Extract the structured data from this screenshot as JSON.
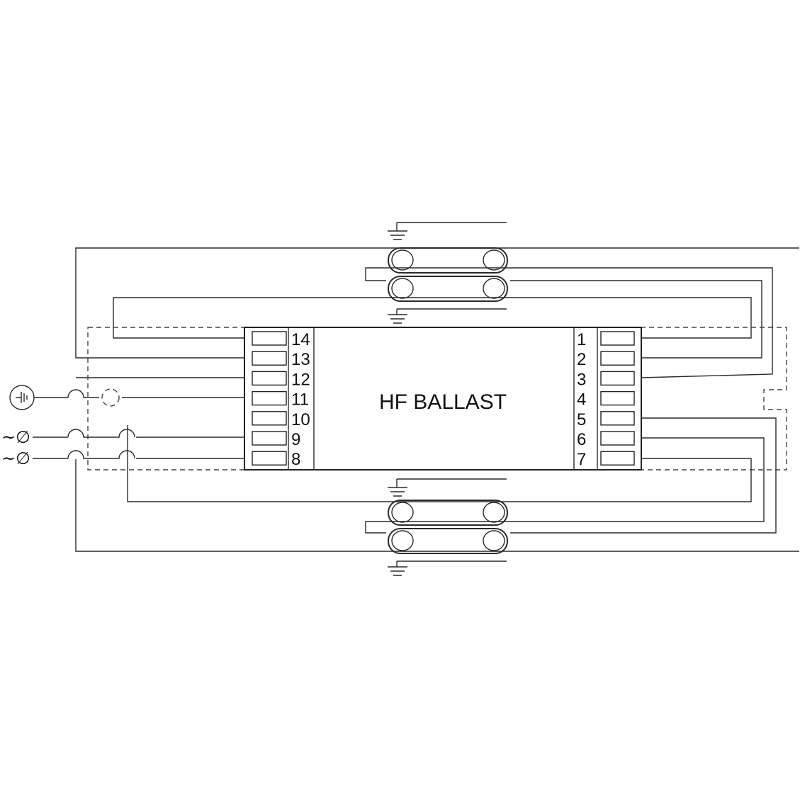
{
  "ballast": {
    "title": "HF BALLAST",
    "left_terminals": [
      "14",
      "13",
      "12",
      "11",
      "10",
      "9",
      "8"
    ],
    "right_terminals": [
      "1",
      "2",
      "3",
      "4",
      "5",
      "6",
      "7"
    ]
  },
  "mains": {
    "phase_symbol": "~",
    "null_symbol": "∅"
  },
  "colors": {
    "line": "#2a2a2a",
    "background": "#ffffff"
  }
}
